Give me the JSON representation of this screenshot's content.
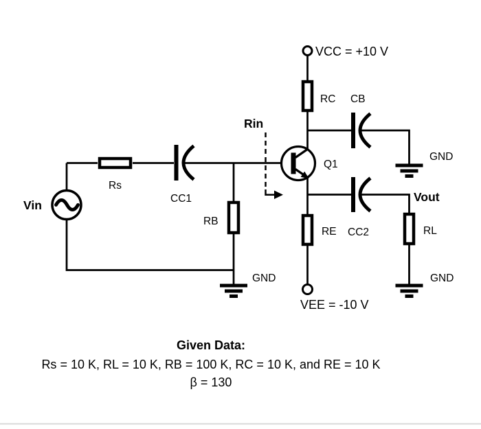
{
  "colors": {
    "wire": "#000000",
    "signal_label": "#1c1ccd",
    "divider": "#d9d9d9"
  },
  "power": {
    "vcc": "VCC = +10 V",
    "vee": "VEE = -10 V"
  },
  "signals": {
    "vin": "Vin",
    "vout": "Vout",
    "rin": "Rin"
  },
  "components": {
    "rs": "Rs",
    "cc1": "CC1",
    "rb": "RB",
    "q1": "Q1",
    "rc": "RC",
    "cb": "CB",
    "re": "RE",
    "cc2": "CC2",
    "rl": "RL"
  },
  "grounds": {
    "top": "GND",
    "middle": "GND",
    "bottom": "GND"
  },
  "given_data": {
    "heading": "Given Data:",
    "line1": "Rs = 10 K, RL = 10 K, RB = 100 K, RC = 10 K, and RE = 10 K",
    "line2": "β = 130"
  }
}
